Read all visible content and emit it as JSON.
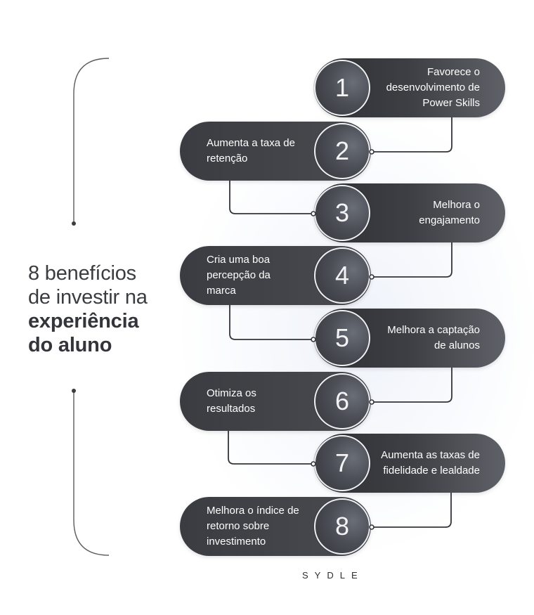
{
  "title": {
    "line1": "8 benefícios",
    "line2": "de investir na",
    "line3": "experiência",
    "line4": "do aluno"
  },
  "steps": [
    {
      "number": "1",
      "text": "Favorece o desenvolvimento de Power Skills"
    },
    {
      "number": "2",
      "text": "Aumenta a taxa de retenção"
    },
    {
      "number": "3",
      "text": "Melhora o engajamento"
    },
    {
      "number": "4",
      "text": "Cria uma boa percepção da marca"
    },
    {
      "number": "5",
      "text": "Melhora a captação de alunos"
    },
    {
      "number": "6",
      "text": "Otimiza os resultados"
    },
    {
      "number": "7",
      "text": "Aumenta as taxas de fidelidade e lealdade"
    },
    {
      "number": "8",
      "text": "Melhora o índice de retorno sobre investimento"
    }
  ],
  "logo": "SYDLE",
  "colors": {
    "pill_dark": "#2e3034",
    "pill_light": "#5e6167",
    "connector": "#33353a",
    "bracket": "#5a5c60"
  }
}
